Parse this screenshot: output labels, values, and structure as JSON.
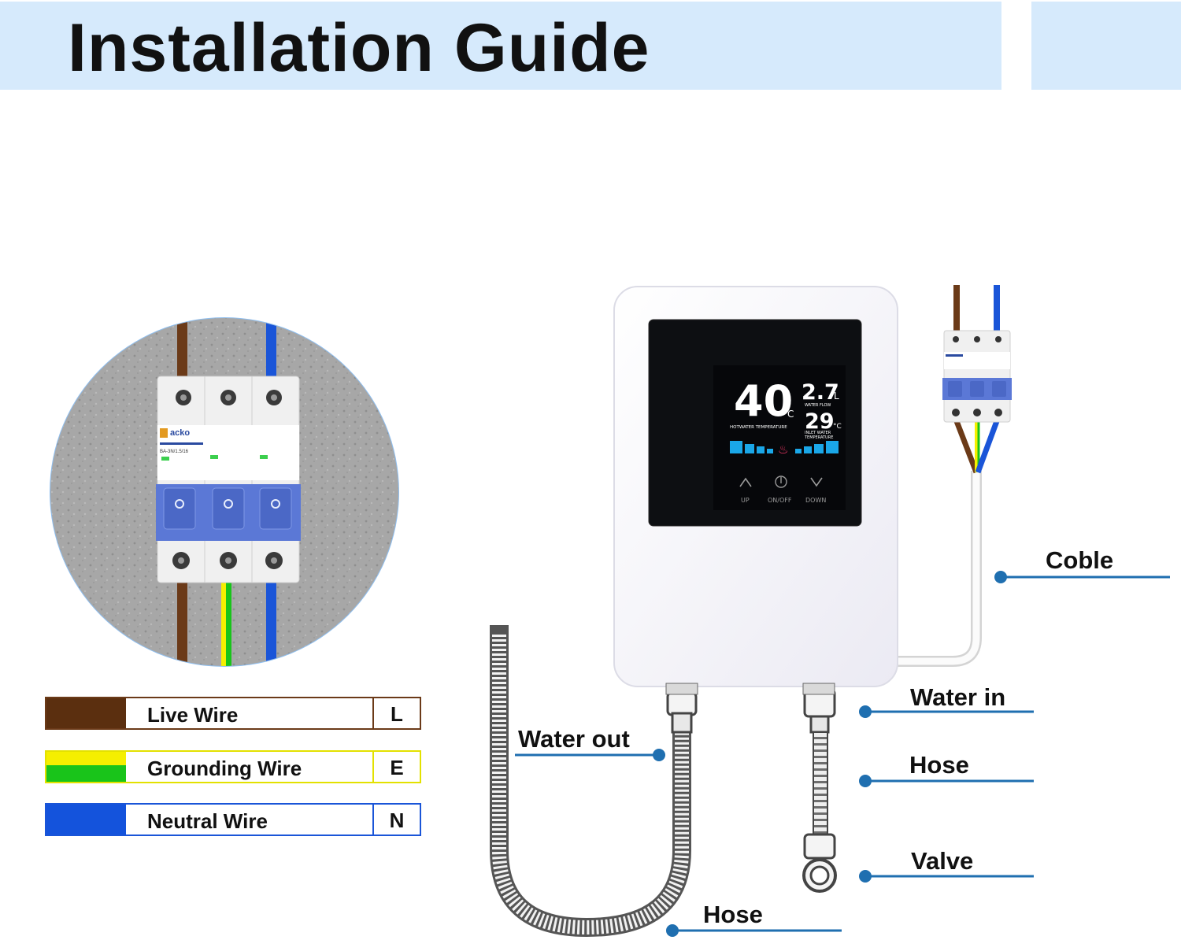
{
  "header": {
    "title": "Installation Guide"
  },
  "legend": [
    {
      "label": "Live Wire",
      "code": "L",
      "colors": [
        "#5b2f0f"
      ],
      "border": "#6b3a18"
    },
    {
      "label": "Grounding Wire",
      "code": "E",
      "colors": [
        "#f5ef00",
        "#19c41a"
      ],
      "border": "#e3e100"
    },
    {
      "label": "Neutral Wire",
      "code": "N",
      "colors": [
        "#1453dc"
      ],
      "border": "#1a55d8"
    }
  ],
  "display": {
    "hot_temp": "40",
    "hot_unit": "°C",
    "hot_caption": "HOTWATER TEMPERATURE",
    "flow": "2.7",
    "flow_unit": "L",
    "flow_caption": "WATER FLOW",
    "inlet_temp": "29",
    "inlet_unit": "°C",
    "inlet_caption_1": "INLET WATER",
    "inlet_caption_2": "TEMPERATURE",
    "btn_up": "UP",
    "btn_onoff": "ON/OFF",
    "btn_down": "DOWN"
  },
  "breaker": {
    "brand": "acko",
    "model": "BA-3N/1.5/16"
  },
  "callouts": {
    "cable": "Coble",
    "water_in": "Water in",
    "hose_right": "Hose",
    "valve": "Valve",
    "water_out": "Water out",
    "hose_bottom": "Hose"
  },
  "colors": {
    "accent_line": "#1f6fb0",
    "title_band": "#d6eafc",
    "live": "#6b3a18",
    "neutral": "#1a55d8",
    "ground_yellow": "#f5ef00",
    "ground_green": "#19c41a"
  }
}
